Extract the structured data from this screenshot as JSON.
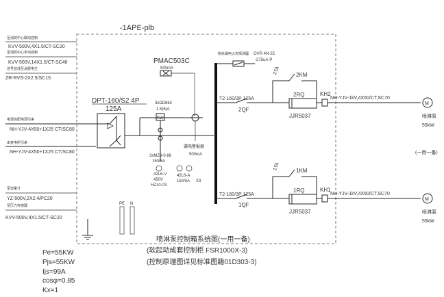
{
  "panel": {
    "title": "-1APE-plb",
    "meter": "PMAC503C",
    "meter_current": "500mA",
    "breaker_main": "DPT-160/S2 4P",
    "breaker_main_rating": "125A",
    "fuse_a": "3xDD862",
    "fuse_b": "1.5(6)A",
    "kwh": "KW",
    "ct_a": "3xMZ3-0.66",
    "ct_b": "150/5A",
    "spd_a": "42L6-V",
    "spd_b": "450V",
    "spd_c": "HZ10-03",
    "ammeter_a": "42L6-A",
    "ammeter_b": "150/5A",
    "ammeter_c": "X3",
    "leak_label": "漏电警报器",
    "leak_current": "500mA",
    "leak_device": "剩余漏电火灾探测器",
    "ovr": "OVR 4N-25",
    "ovr_sub": "-275uA-P",
    "pe": "PE",
    "n": "N"
  },
  "left_cables": [
    {
      "title": "至消防中心联动控制",
      "cable": "KVV-500V,4X1.5/CT-SC20"
    },
    {
      "title": "至消防中心手动控制",
      "cable": "KVV-500V,14X1.5/CT-SC40"
    },
    {
      "title": "信号总线至消费电主",
      "cable": "ZR-RVS-2X2.5/SC15"
    },
    {
      "title": "电源自配电源引来",
      "cable": "NH-YJV-4X50+1X25 CT/SC80"
    },
    {
      "title": "由变电所引来",
      "cable": "NH-YJV-4X50+1X25 CT/SC80"
    },
    {
      "title": "至流量计",
      "cable": "YZ-500V,2X2.4/PC20"
    },
    {
      "title": "至压力传感器",
      "cable": "KVV-500V,4X1.5/CT-SC20"
    }
  ],
  "branches": [
    {
      "breaker": "T2-160/3P 125A",
      "qf": "2QF",
      "fuse": "2TA",
      "km": "2KM",
      "rq": "2RQ",
      "relay": "JJR5037",
      "kh": "KH2",
      "cable": "NH-YJV-1kV,4X50/CT,SC70",
      "motor": "M",
      "pump": "喷淋泵",
      "power": "55kW"
    },
    {
      "breaker": "T2-160/3P 125A",
      "qf": "1QF",
      "fuse": "1TA",
      "km": "1KM",
      "rq": "1RQ",
      "relay": "JJR5037",
      "kh": "KH1",
      "cable": "NH-YJV-1kV,4X50/CT,SC70",
      "motor": "M",
      "pump": "喷淋泵",
      "power": "55kW"
    }
  ],
  "duty_note": "(一用一备)",
  "caption": {
    "line1": "喷淋泵控制箱系统图(一用一备)",
    "line2": "(软起动成套控制柜 FSR1000X-3)",
    "line3": "(控制原理图详见标准图籍01D303-3)"
  },
  "calc": {
    "pe": "Pe=55KW",
    "pjs": "Pjs=55KW",
    "ijs": "Ijs=99A",
    "cos": "cosφ=0.85",
    "kx": "Kx=1"
  }
}
